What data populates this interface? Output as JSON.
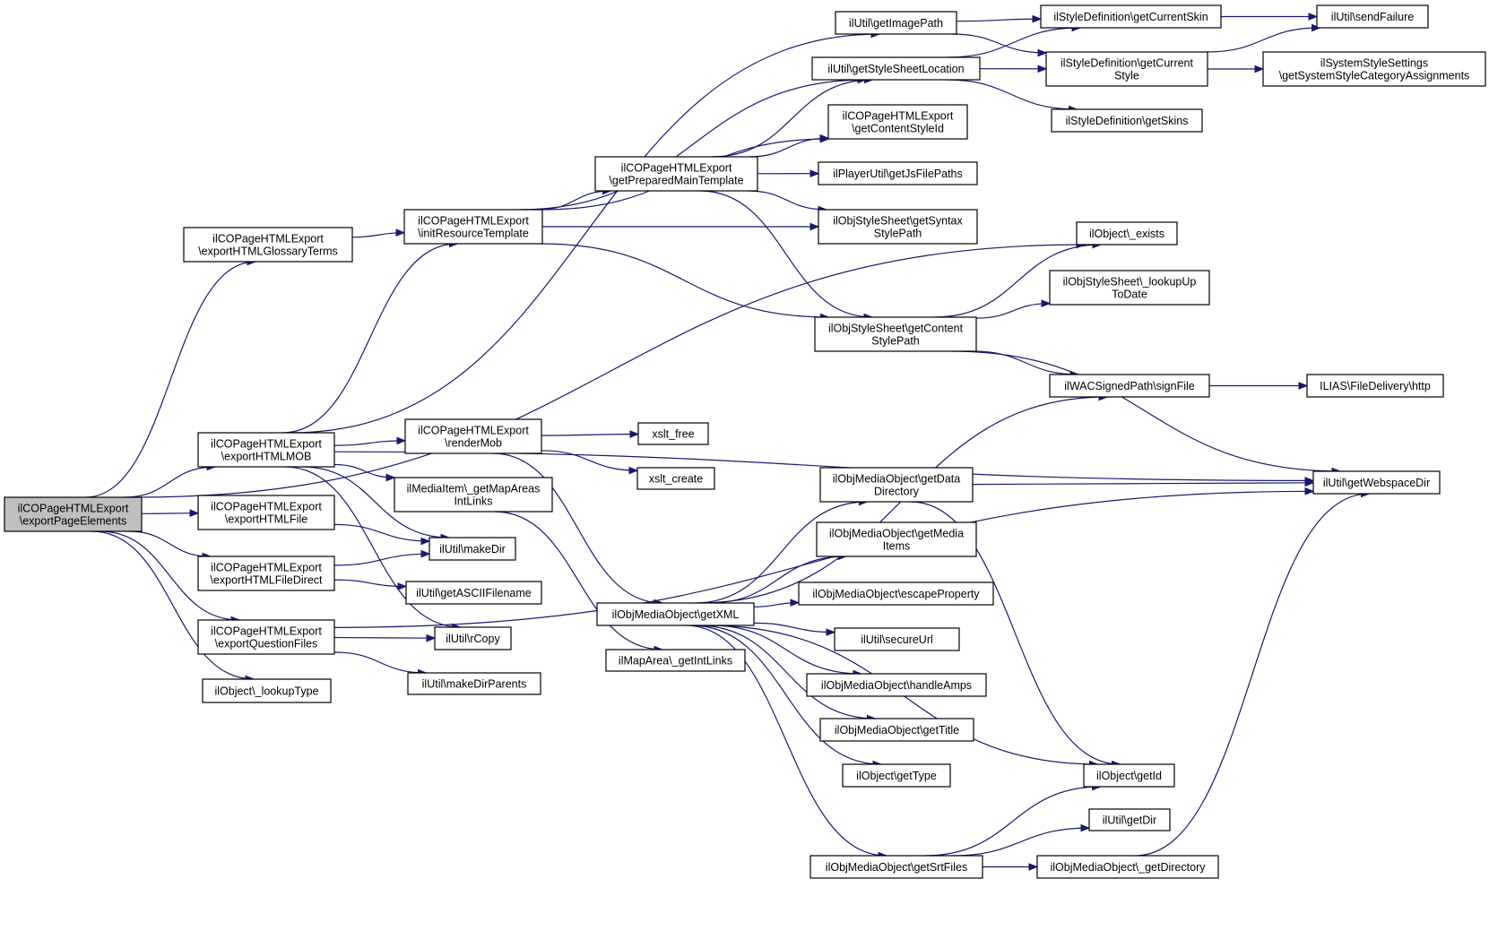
{
  "nodes": [
    {
      "id": "root",
      "lines": [
        "ilCOPageHTMLExport",
        "\\exportPageElements"
      ],
      "root": true
    },
    {
      "id": "glossary",
      "lines": [
        "ilCOPageHTMLExport",
        "\\exportHTMLGlossaryTerms"
      ]
    },
    {
      "id": "mob",
      "lines": [
        "ilCOPageHTMLExport",
        "\\exportHTMLMOB"
      ]
    },
    {
      "id": "file",
      "lines": [
        "ilCOPageHTMLExport",
        "\\exportHTMLFile"
      ]
    },
    {
      "id": "filedirect",
      "lines": [
        "ilCOPageHTMLExport",
        "\\exportHTMLFileDirect"
      ]
    },
    {
      "id": "question",
      "lines": [
        "ilCOPageHTMLExport",
        "\\exportQuestionFiles"
      ]
    },
    {
      "id": "lookuptype",
      "lines": [
        "ilObject\\_lookupType"
      ]
    },
    {
      "id": "initres",
      "lines": [
        "ilCOPageHTMLExport",
        "\\initResourceTemplate"
      ]
    },
    {
      "id": "rendermob",
      "lines": [
        "ilCOPageHTMLExport",
        "\\renderMob"
      ]
    },
    {
      "id": "mapareas",
      "lines": [
        "ilMediaItem\\_getMapAreas",
        "IntLinks"
      ]
    },
    {
      "id": "makedir",
      "lines": [
        "ilUtil\\makeDir"
      ]
    },
    {
      "id": "ascii",
      "lines": [
        "ilUtil\\getASCIIFilename"
      ]
    },
    {
      "id": "rcopy",
      "lines": [
        "ilUtil\\rCopy"
      ]
    },
    {
      "id": "makedirparents",
      "lines": [
        "ilUtil\\makeDirParents"
      ]
    },
    {
      "id": "prepmain",
      "lines": [
        "ilCOPageHTMLExport",
        "\\getPreparedMainTemplate"
      ]
    },
    {
      "id": "xsltfree",
      "lines": [
        "xslt_free"
      ]
    },
    {
      "id": "xsltcreate",
      "lines": [
        "xslt_create"
      ]
    },
    {
      "id": "getxml",
      "lines": [
        "ilObjMediaObject\\getXML"
      ]
    },
    {
      "id": "intlinks",
      "lines": [
        "ilMapArea\\_getIntLinks"
      ]
    },
    {
      "id": "imagepath",
      "lines": [
        "ilUtil\\getImagePath"
      ]
    },
    {
      "id": "stylesheetloc",
      "lines": [
        "ilUtil\\getStyleSheetLocation"
      ]
    },
    {
      "id": "contentstyleid",
      "lines": [
        "ilCOPageHTMLExport",
        "\\getContentStyleId"
      ]
    },
    {
      "id": "jsfilepaths",
      "lines": [
        "ilPlayerUtil\\getJsFilePaths"
      ]
    },
    {
      "id": "syntaxstyle",
      "lines": [
        "ilObjStyleSheet\\getSyntax",
        "StylePath"
      ]
    },
    {
      "id": "contentstyle",
      "lines": [
        "ilObjStyleSheet\\getContent",
        "StylePath"
      ]
    },
    {
      "id": "datadir",
      "lines": [
        "ilObjMediaObject\\getData",
        "Directory"
      ]
    },
    {
      "id": "mediaitems",
      "lines": [
        "ilObjMediaObject\\getMedia",
        "Items"
      ]
    },
    {
      "id": "escapeprop",
      "lines": [
        "ilObjMediaObject\\escapeProperty"
      ]
    },
    {
      "id": "secureurl",
      "lines": [
        "ilUtil\\secureUrl"
      ]
    },
    {
      "id": "handleamps",
      "lines": [
        "ilObjMediaObject\\handleAmps"
      ]
    },
    {
      "id": "gettitle",
      "lines": [
        "ilObjMediaObject\\getTitle"
      ]
    },
    {
      "id": "gettype",
      "lines": [
        "ilObject\\getType"
      ]
    },
    {
      "id": "srtfiles",
      "lines": [
        "ilObjMediaObject\\getSrtFiles"
      ]
    },
    {
      "id": "currentskin",
      "lines": [
        "ilStyleDefinition\\getCurrentSkin"
      ]
    },
    {
      "id": "currentstyle",
      "lines": [
        "ilStyleDefinition\\getCurrent",
        "Style"
      ]
    },
    {
      "id": "getskins",
      "lines": [
        "ilStyleDefinition\\getSkins"
      ]
    },
    {
      "id": "exists",
      "lines": [
        "ilObject\\_exists"
      ]
    },
    {
      "id": "lookuptodate",
      "lines": [
        "ilObjStyleSheet\\_lookupUp",
        "ToDate"
      ]
    },
    {
      "id": "signfile",
      "lines": [
        "ilWACSignedPath\\signFile"
      ]
    },
    {
      "id": "getid",
      "lines": [
        "ilObject\\getId"
      ]
    },
    {
      "id": "getdir",
      "lines": [
        "ilUtil\\getDir"
      ]
    },
    {
      "id": "getdirectory",
      "lines": [
        "ilObjMediaObject\\_getDirectory"
      ]
    },
    {
      "id": "sendfailure",
      "lines": [
        "ilUtil\\sendFailure"
      ]
    },
    {
      "id": "categoryassign",
      "lines": [
        "ilSystemStyleSettings",
        "\\getSystemStyleCategoryAssignments"
      ]
    },
    {
      "id": "http",
      "lines": [
        "ILIAS\\FileDelivery\\http"
      ]
    },
    {
      "id": "webspacedir",
      "lines": [
        "ilUtil\\getWebspaceDir"
      ]
    }
  ],
  "edges": [
    [
      "root",
      "glossary"
    ],
    [
      "root",
      "mob"
    ],
    [
      "root",
      "file"
    ],
    [
      "root",
      "filedirect"
    ],
    [
      "root",
      "question"
    ],
    [
      "root",
      "lookuptype"
    ],
    [
      "root",
      "exists"
    ],
    [
      "glossary",
      "initres"
    ],
    [
      "mob",
      "imagepath"
    ],
    [
      "mob",
      "initres"
    ],
    [
      "mob",
      "rendermob"
    ],
    [
      "mob",
      "mapareas"
    ],
    [
      "mob",
      "makedir"
    ],
    [
      "mob",
      "rcopy"
    ],
    [
      "mob",
      "webspacedir"
    ],
    [
      "file",
      "makedir"
    ],
    [
      "filedirect",
      "makedir"
    ],
    [
      "filedirect",
      "ascii"
    ],
    [
      "question",
      "rcopy"
    ],
    [
      "question",
      "makedirparents"
    ],
    [
      "question",
      "webspacedir"
    ],
    [
      "initres",
      "stylesheetloc"
    ],
    [
      "initres",
      "contentstyleid"
    ],
    [
      "initres",
      "prepmain"
    ],
    [
      "initres",
      "syntaxstyle"
    ],
    [
      "initres",
      "contentstyle"
    ],
    [
      "rendermob",
      "xsltfree"
    ],
    [
      "rendermob",
      "xsltcreate"
    ],
    [
      "rendermob",
      "getxml"
    ],
    [
      "mapareas",
      "intlinks"
    ],
    [
      "prepmain",
      "stylesheetloc"
    ],
    [
      "prepmain",
      "contentstyleid"
    ],
    [
      "prepmain",
      "jsfilepaths"
    ],
    [
      "prepmain",
      "syntaxstyle"
    ],
    [
      "prepmain",
      "contentstyle"
    ],
    [
      "imagepath",
      "currentskin"
    ],
    [
      "imagepath",
      "currentstyle"
    ],
    [
      "stylesheetloc",
      "currentskin"
    ],
    [
      "stylesheetloc",
      "currentstyle"
    ],
    [
      "stylesheetloc",
      "getskins"
    ],
    [
      "currentskin",
      "sendfailure"
    ],
    [
      "currentstyle",
      "sendfailure"
    ],
    [
      "currentstyle",
      "categoryassign"
    ],
    [
      "contentstyle",
      "exists"
    ],
    [
      "contentstyle",
      "lookuptodate"
    ],
    [
      "contentstyle",
      "signfile"
    ],
    [
      "contentstyle",
      "webspacedir"
    ],
    [
      "signfile",
      "http"
    ],
    [
      "getxml",
      "signfile"
    ],
    [
      "getxml",
      "datadir"
    ],
    [
      "getxml",
      "mediaitems"
    ],
    [
      "getxml",
      "escapeprop"
    ],
    [
      "getxml",
      "secureurl"
    ],
    [
      "getxml",
      "handleamps"
    ],
    [
      "getxml",
      "gettitle"
    ],
    [
      "getxml",
      "gettype"
    ],
    [
      "getxml",
      "getid"
    ],
    [
      "getxml",
      "srtfiles"
    ],
    [
      "datadir",
      "webspacedir"
    ],
    [
      "datadir",
      "getid"
    ],
    [
      "srtfiles",
      "getid"
    ],
    [
      "srtfiles",
      "getdir"
    ],
    [
      "srtfiles",
      "getdirectory"
    ],
    [
      "getdirectory",
      "webspacedir"
    ]
  ]
}
